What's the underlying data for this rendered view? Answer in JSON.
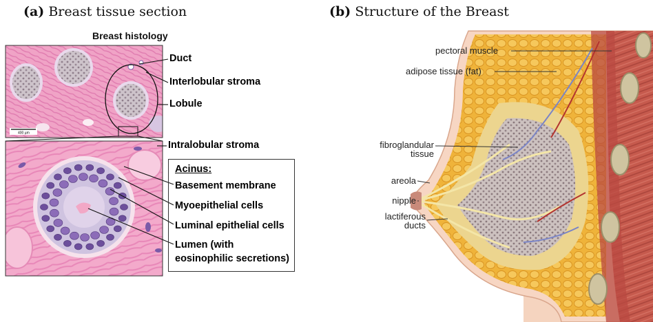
{
  "panel_a": {
    "letter": "(a)",
    "title": "Breast tissue section",
    "histology_title": "Breast histology",
    "scale_bar": "400 µm",
    "labels": {
      "duct": "Duct",
      "interlobular_stroma": "Interlobular stroma",
      "lobule": "Lobule",
      "intralobular_stroma": "Intralobular stroma"
    },
    "acinus": {
      "heading": "Acinus:",
      "basement_membrane": "Basement membrane",
      "myoepithelial": "Myoepithelial cells",
      "luminal": "Luminal epithelial cells",
      "lumen_line1": "Lumen (with",
      "lumen_line2": "eosinophilic secretions)"
    }
  },
  "panel_b": {
    "letter": "(b)",
    "title": "Structure of the Breast",
    "labels": {
      "pectoral_muscle": "pectoral muscle",
      "adipose_tissue": "adipose tissue (fat)",
      "fibroglandular_1": "fibroglandular",
      "fibroglandular_2": "tissue",
      "areola": "areola",
      "nipple": "nipple",
      "lactiferous_1": "lactiferous",
      "lactiferous_2": "ducts"
    }
  },
  "colors": {
    "stroma_pink": "#f2a6c8",
    "deep_pink": "#e77bb0",
    "nucleus_purple": "#7a5aa8",
    "fat_yellow": "#f1b640",
    "skin": "#f7d9c6",
    "muscle_red": "#c9574a",
    "gland_gray": "#8c7f86"
  }
}
